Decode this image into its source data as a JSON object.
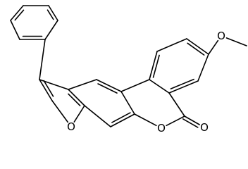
{
  "molecule": {
    "atoms": [
      {
        "id": "phenyl-1",
        "el": "C"
      },
      {
        "id": "phenyl-2",
        "el": "C"
      },
      {
        "id": "phenyl-3",
        "el": "C"
      },
      {
        "id": "phenyl-4",
        "el": "C"
      },
      {
        "id": "phenyl-5",
        "el": "C"
      },
      {
        "id": "phenyl-6",
        "el": "C"
      },
      {
        "id": "furan-c3",
        "el": "C"
      },
      {
        "id": "furan-c2",
        "el": "C"
      },
      {
        "id": "furan-o",
        "el": "O",
        "label": "O"
      },
      {
        "id": "furan-c7a",
        "el": "C"
      },
      {
        "id": "furan-c3a",
        "el": "C"
      },
      {
        "id": "ring-c4",
        "el": "C"
      },
      {
        "id": "ring-c4a",
        "el": "C"
      },
      {
        "id": "ring-c8a",
        "el": "C"
      },
      {
        "id": "ring-c8",
        "el": "C"
      },
      {
        "id": "lactone-o",
        "el": "O",
        "label": "O"
      },
      {
        "id": "lactone-c",
        "el": "C"
      },
      {
        "id": "carbonyl-o",
        "el": "O",
        "label": "O"
      },
      {
        "id": "right-c1",
        "el": "C"
      },
      {
        "id": "right-c2",
        "el": "C"
      },
      {
        "id": "right-c3",
        "el": "C"
      },
      {
        "id": "right-c4",
        "el": "C"
      },
      {
        "id": "right-c5",
        "el": "C"
      },
      {
        "id": "right-c6",
        "el": "C"
      },
      {
        "id": "methoxy-o",
        "el": "O",
        "label": "O"
      },
      {
        "id": "methyl-c",
        "el": "C"
      }
    ],
    "bonds": [
      {
        "a": "phenyl-1",
        "b": "phenyl-2",
        "order": 1
      },
      {
        "a": "phenyl-2",
        "b": "phenyl-3",
        "order": 2
      },
      {
        "a": "phenyl-3",
        "b": "phenyl-4",
        "order": 1
      },
      {
        "a": "phenyl-4",
        "b": "phenyl-5",
        "order": 2
      },
      {
        "a": "phenyl-5",
        "b": "phenyl-6",
        "order": 1
      },
      {
        "a": "phenyl-6",
        "b": "phenyl-1",
        "order": 2
      },
      {
        "a": "phenyl-1",
        "b": "furan-c3",
        "order": 1
      },
      {
        "a": "furan-c3",
        "b": "furan-c2",
        "order": 2
      },
      {
        "a": "furan-c2",
        "b": "furan-o",
        "order": 1
      },
      {
        "a": "furan-o",
        "b": "furan-c7a",
        "order": 1
      },
      {
        "a": "furan-c7a",
        "b": "furan-c3a",
        "order": 2
      },
      {
        "a": "furan-c3a",
        "b": "furan-c3",
        "order": 1
      },
      {
        "a": "furan-c3a",
        "b": "ring-c4",
        "order": 1
      },
      {
        "a": "ring-c4",
        "b": "ring-c4a",
        "order": 2
      },
      {
        "a": "ring-c4a",
        "b": "ring-c8a",
        "order": 1
      },
      {
        "a": "ring-c8a",
        "b": "ring-c8",
        "order": 2
      },
      {
        "a": "ring-c8",
        "b": "furan-c7a",
        "order": 1
      },
      {
        "a": "ring-c8a",
        "b": "lactone-o",
        "order": 1
      },
      {
        "a": "lactone-o",
        "b": "lactone-c",
        "order": 1
      },
      {
        "a": "lactone-c",
        "b": "carbonyl-o",
        "order": 2
      },
      {
        "a": "lactone-c",
        "b": "right-c6",
        "order": 1
      },
      {
        "a": "ring-c4a",
        "b": "right-c1",
        "order": 1
      },
      {
        "a": "right-c1",
        "b": "right-c2",
        "order": 2
      },
      {
        "a": "right-c2",
        "b": "right-c3",
        "order": 1
      },
      {
        "a": "right-c3",
        "b": "right-c4",
        "order": 2
      },
      {
        "a": "right-c4",
        "b": "right-c5",
        "order": 1
      },
      {
        "a": "right-c5",
        "b": "right-c6",
        "order": 2
      },
      {
        "a": "right-c6",
        "b": "right-c1",
        "order": 1
      },
      {
        "a": "right-c4",
        "b": "methoxy-o",
        "order": 1
      },
      {
        "a": "methoxy-o",
        "b": "methyl-c",
        "order": 1
      }
    ]
  }
}
